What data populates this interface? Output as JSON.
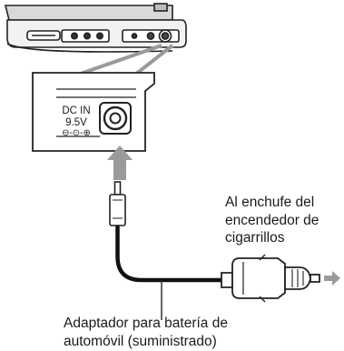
{
  "jack_panel": {
    "line1": "DC IN",
    "line2": "9.5V",
    "polarity": "⊖-⊙-⊕"
  },
  "destination_label": {
    "line1": "Al enchufe del",
    "line2": "encendedor de",
    "line3": "cigarrillos"
  },
  "adapter_label": {
    "line1": "Adaptador para batería de",
    "line2": "automóvil (suministrado)"
  },
  "icons": [
    "dvd-player-icon",
    "callout-zoom-icon",
    "dc-jack-icon",
    "insert-arrow-icon",
    "dc-plug-icon",
    "car-adapter-icon",
    "direction-arrow-icon"
  ]
}
